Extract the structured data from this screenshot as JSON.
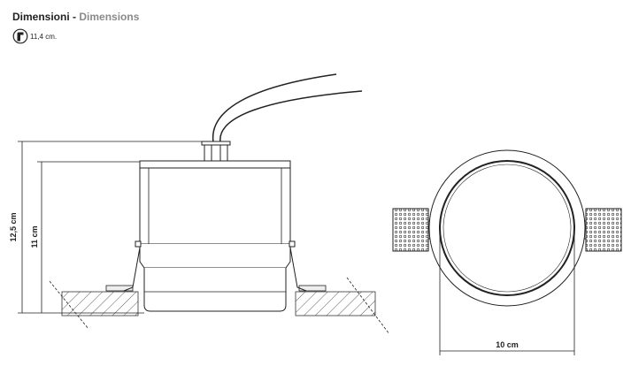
{
  "header": {
    "title_it": "Dimensioni",
    "separator": " - ",
    "title_en": "Dimensions",
    "cutout_value": "11,4 cm."
  },
  "icons": {
    "cutout": "ceiling-cutout-icon"
  },
  "dimensions": {
    "total_height": "12,5 cm",
    "body_height": "11 cm",
    "diameter": "10 cm"
  }
}
